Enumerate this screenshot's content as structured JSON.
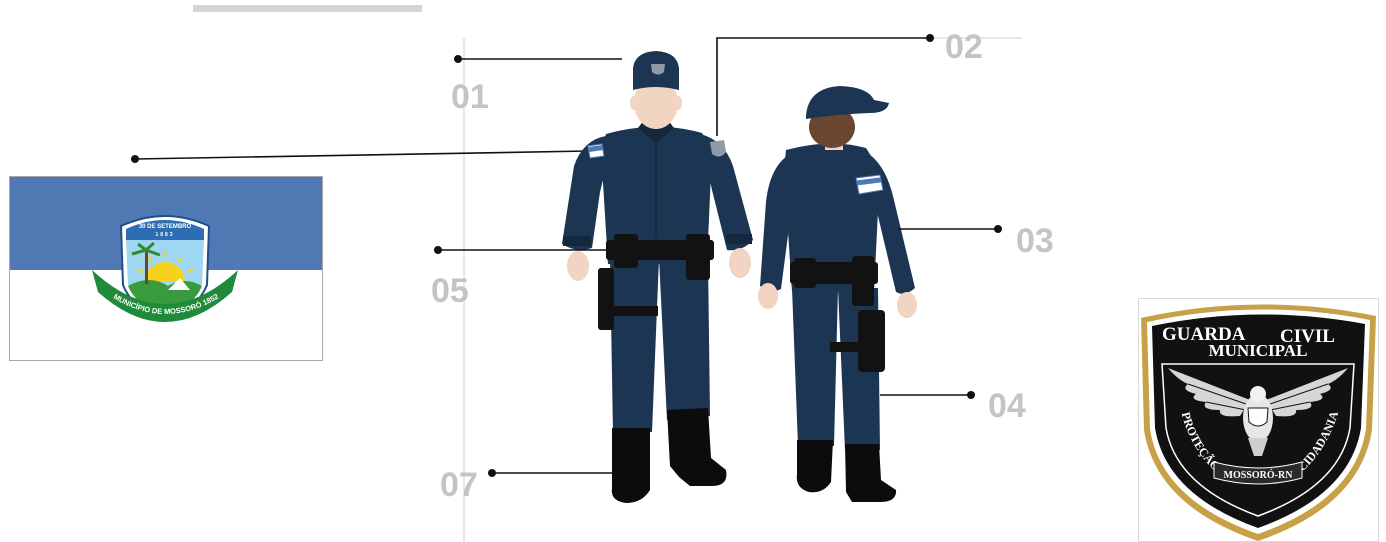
{
  "callouts": [
    {
      "label": "01"
    },
    {
      "label": "02"
    },
    {
      "label": "03"
    },
    {
      "label": "04"
    },
    {
      "label": "05"
    },
    {
      "label": "07"
    }
  ],
  "flag": {
    "motto_top": "30 DE SETEMBRO",
    "year_top": "1883",
    "ribbon": "MUNICÍPIO DE MOSSORÓ 1852"
  },
  "badge": {
    "word_left": "GUARDA",
    "word_right": "CIVIL",
    "word_center": "MUNICIPAL",
    "arc_left": "PROTEÇÃO",
    "arc_right": "CIDADANIA",
    "banner": "MOSSORÓ-RN"
  },
  "colors": {
    "uniform": "#1b3553",
    "uniform-dark": "#13283f",
    "gear": "#121212",
    "skin": "#f2d4c2",
    "hair": "#6b4630",
    "label": "#c4c4c4",
    "flag-blue": "#5079b4",
    "ribbon": "#1f8a3a",
    "gold": "#c8a048",
    "badge-black": "#111111"
  }
}
